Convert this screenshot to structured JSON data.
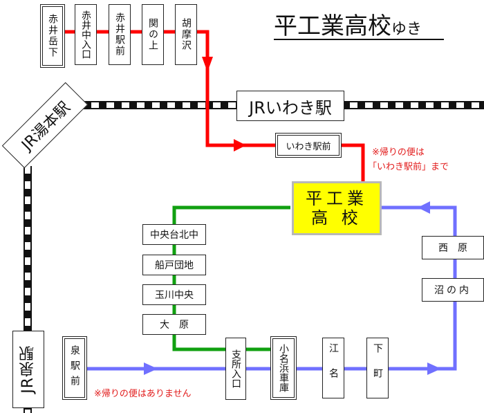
{
  "title": {
    "main": "平工業高校",
    "suffix": "ゆき"
  },
  "stations": {
    "iwaki": "JRいわき駅",
    "yumoto": "JR湯本駅",
    "izumi": "JR泉駅"
  },
  "destination": {
    "line1": "平工業",
    "line2": "高 校"
  },
  "red_route_stops": [
    "赤井岳下",
    "赤井中入口",
    "赤井駅前",
    "関の上",
    "胡摩沢",
    "いわき駅前"
  ],
  "green_route_stops": [
    "中央台北中",
    "船戸団地",
    "玉川中央",
    "大　原",
    "支所入口"
  ],
  "blue_route_stops": [
    "泉駅前",
    "小名浜車庫",
    "江名",
    "下町",
    "沼の内",
    "西　原"
  ],
  "notes": {
    "return_iwaki_line1": "※帰りの便は",
    "return_iwaki_line2": "「いわき駅前」まで",
    "return_izumi": "※帰りの便はありません"
  },
  "colors": {
    "red_route": "#ff0000",
    "green_route": "#11a011",
    "blue_route": "#7070ff",
    "destination_fill": "#ffff00"
  }
}
